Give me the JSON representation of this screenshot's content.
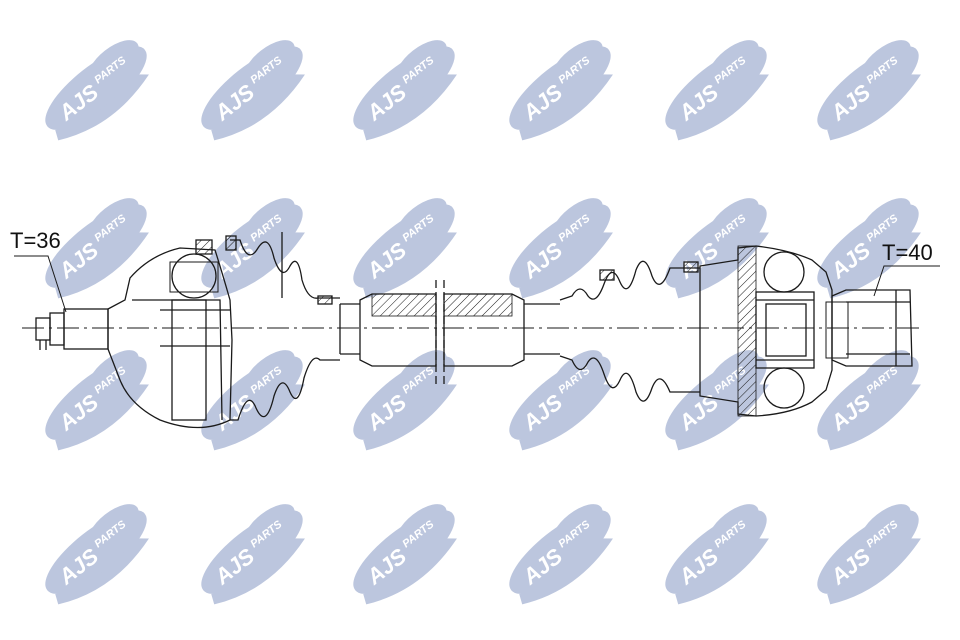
{
  "colors": {
    "watermark_blue": "#bcc6de",
    "watermark_text": "#ffffff",
    "line": "#1a1a1a",
    "background": "#ffffff"
  },
  "watermark": {
    "brand": "AJS",
    "suffix": "PARTS"
  },
  "annotations": {
    "left_thread": "T=36",
    "right_thread": "T=40"
  }
}
